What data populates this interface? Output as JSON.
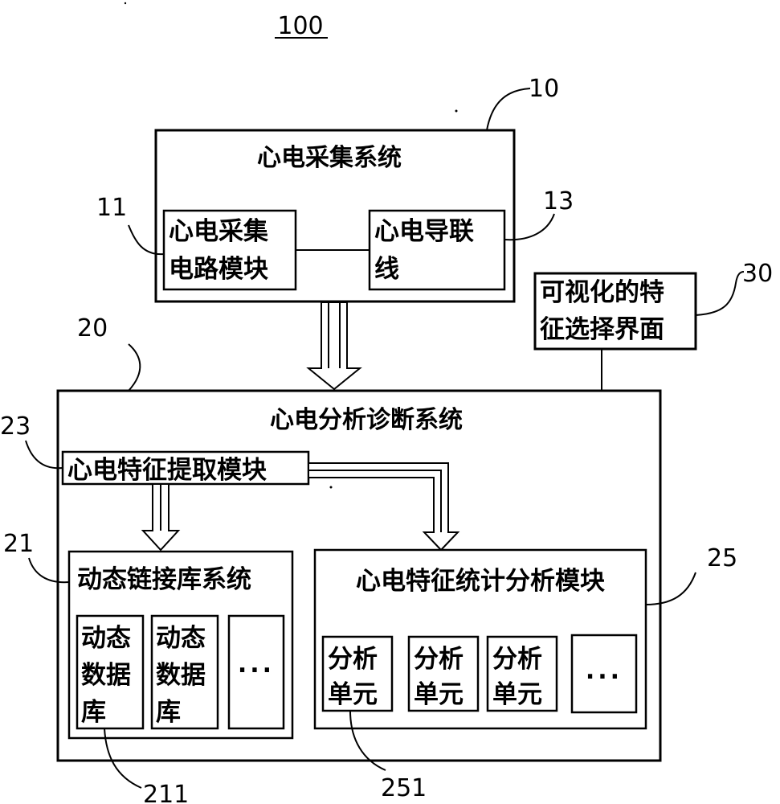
{
  "figure_number": "100",
  "acquisition_system": {
    "ref": "10",
    "title": "心电采集系统",
    "circuit_module": {
      "ref": "11",
      "line1": "心电采集",
      "line2": "电路模块"
    },
    "lead_wire": {
      "ref": "13",
      "line1": "心电导联",
      "line2": "线"
    }
  },
  "visual_interface": {
    "ref": "30",
    "line1": "可视化的特",
    "line2": "征选择界面"
  },
  "analysis_system": {
    "ref": "20",
    "title": "心电分析诊断系统",
    "feature_extraction": {
      "ref": "23",
      "label": "心电特征提取模块"
    },
    "dynamic_link_system": {
      "ref": "21",
      "title": "动态链接库系统",
      "database_ref": "211",
      "databases": [
        {
          "line1": "动态",
          "line2": "数据",
          "line3": "库"
        },
        {
          "line1": "动态",
          "line2": "数据",
          "line3": "库"
        }
      ],
      "more": "..."
    },
    "statistics_module": {
      "ref": "25",
      "title": "心电特征统计分析模块",
      "unit_ref": "251",
      "units": [
        {
          "line1": "分析",
          "line2": "单元"
        },
        {
          "line1": "分析",
          "line2": "单元"
        },
        {
          "line1": "分析",
          "line2": "单元"
        }
      ],
      "more": "..."
    }
  }
}
